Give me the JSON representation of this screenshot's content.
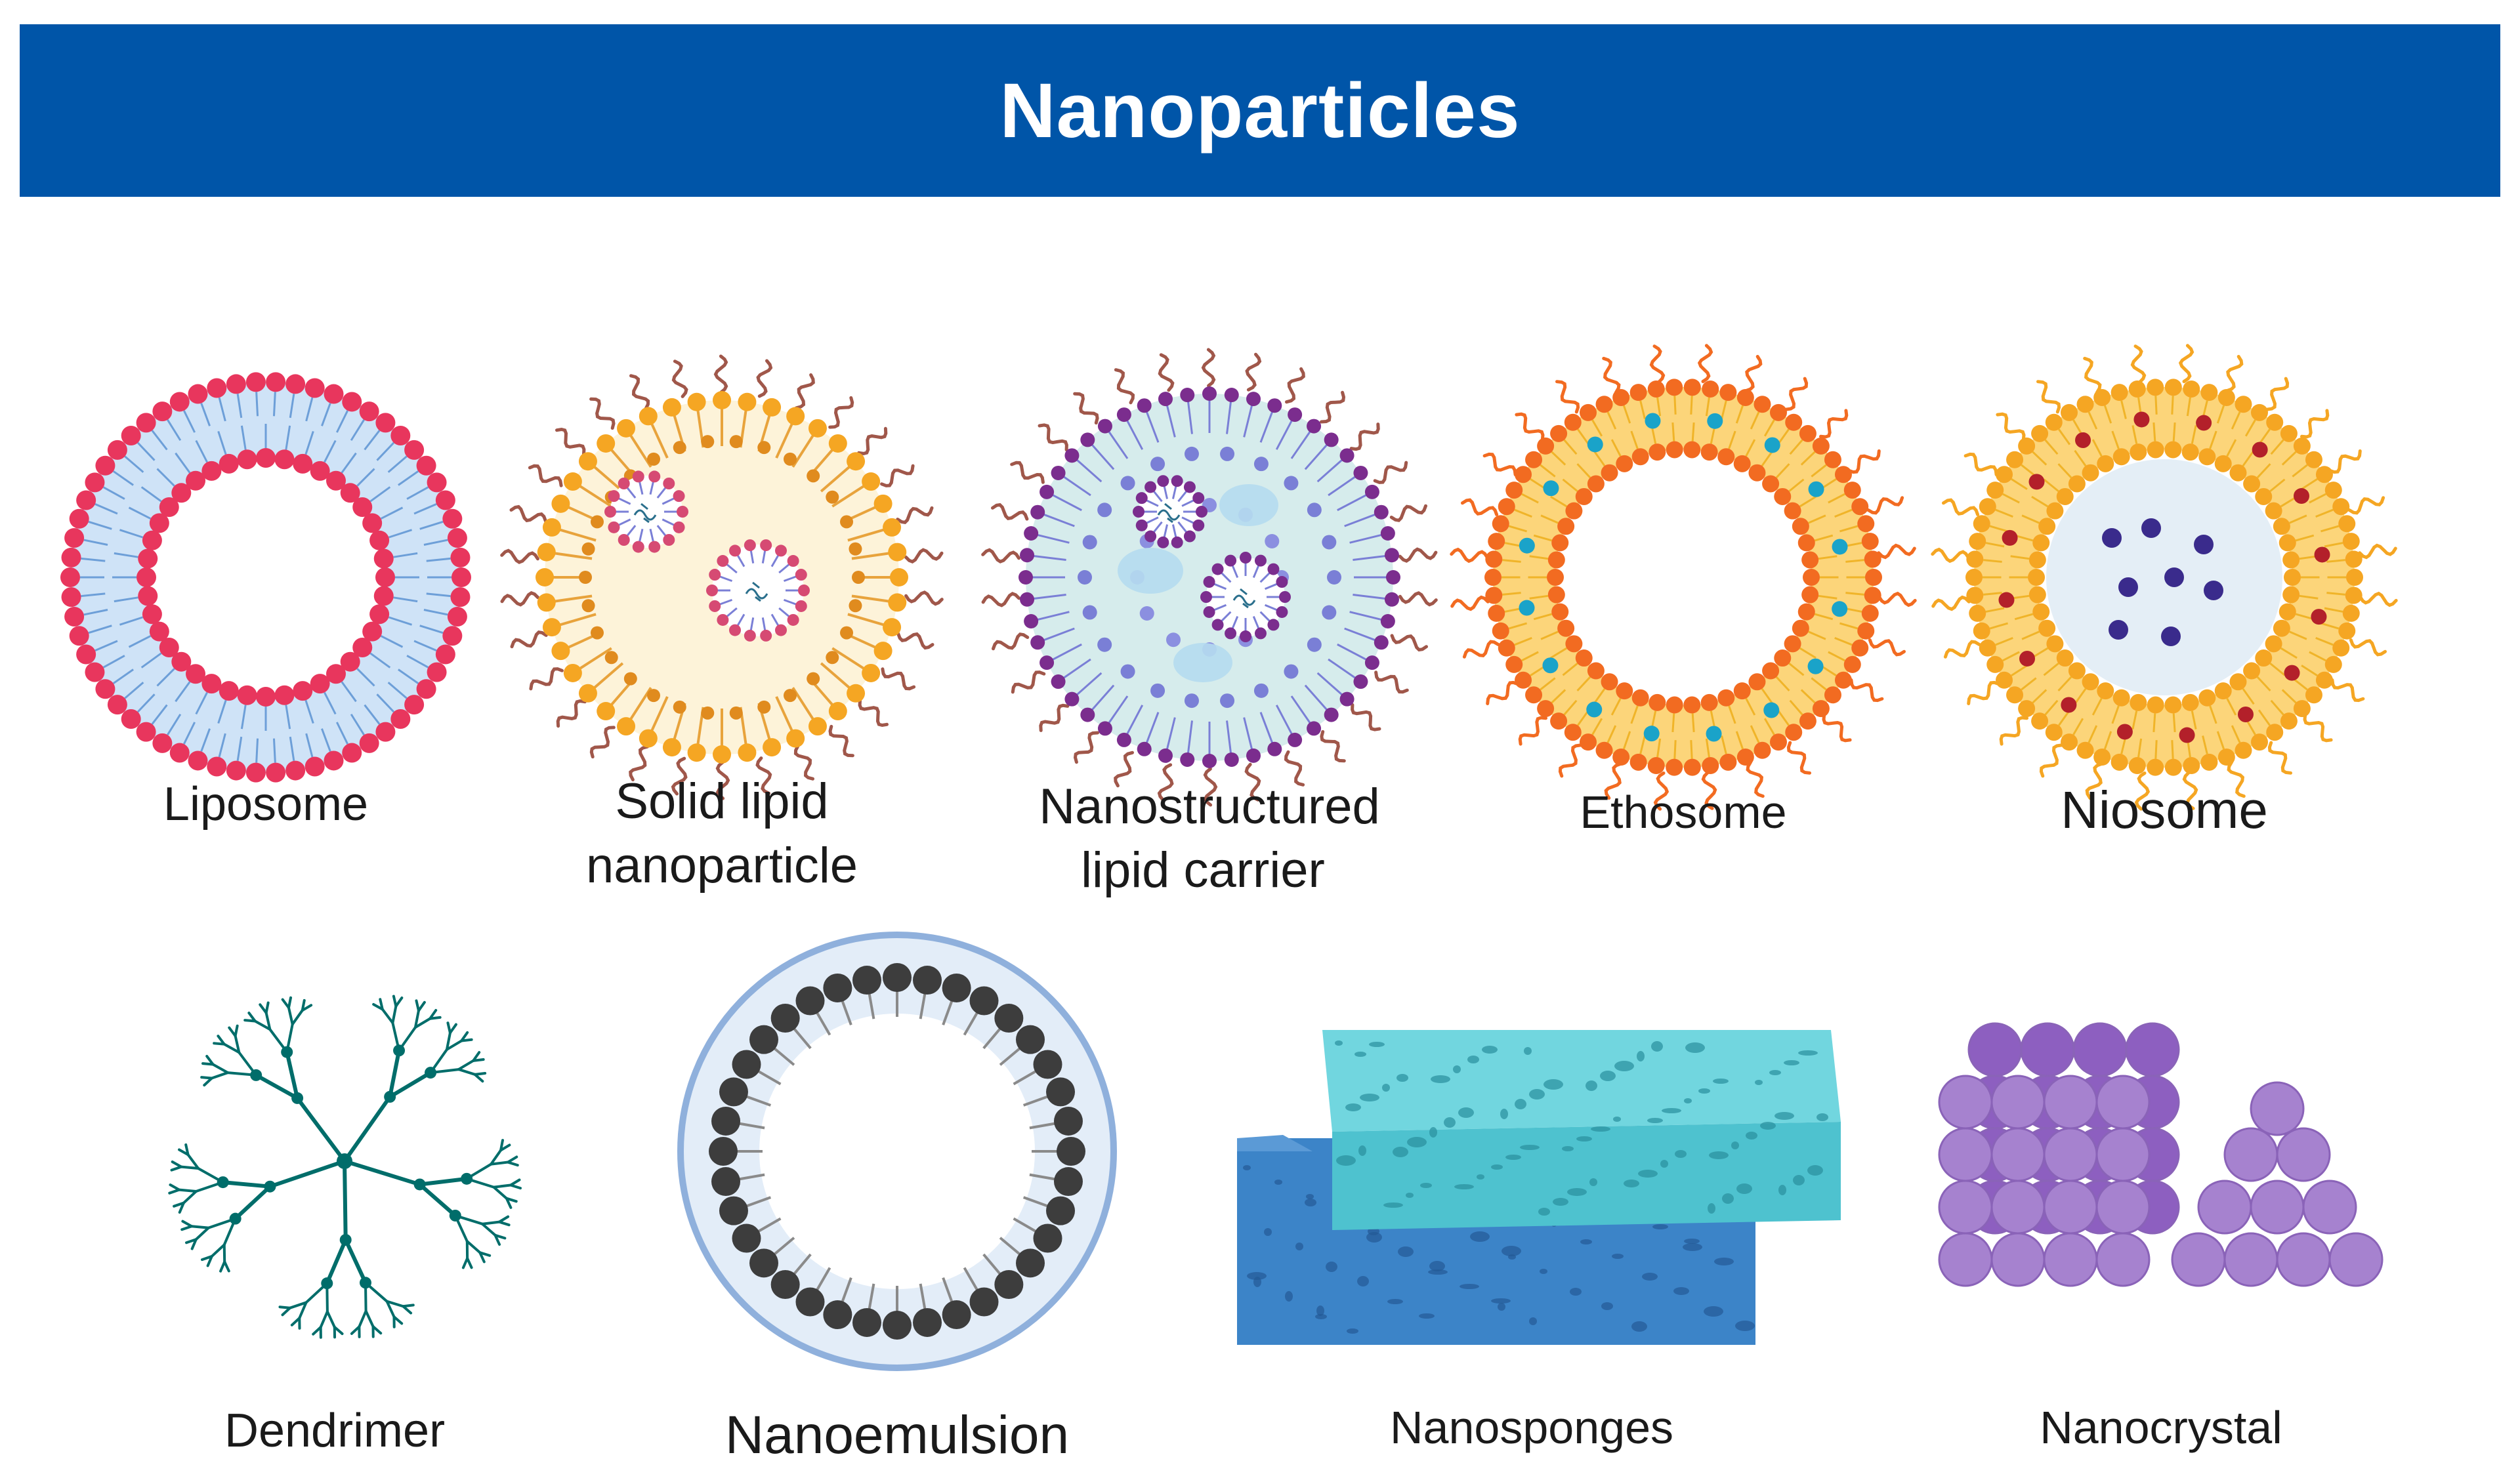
{
  "title": "Nanoparticles",
  "colors": {
    "banner": "#0055a8",
    "liposome_head": "#e8365d",
    "sln_head": "#f5a623",
    "nlc_head": "#7b2d8e",
    "ethosome_head": "#f26b21",
    "niosome_head": "#f5a623",
    "dendrimer": "#006d6a",
    "nanoemulsion_head": "#3d3d3d",
    "nanosponge_top": "#4ec2cf",
    "nanosponge_bottom": "#3c84c8",
    "nanocrystal": "#a682cf"
  },
  "labels": {
    "liposome": "Liposome",
    "sln_line1": "Solid lipid",
    "sln_line2": "nanoparticle",
    "nlc_line1": "Nanostructured",
    "nlc_line2": "lipid carrier",
    "ethosome": "Ethosome",
    "niosome": "Niosome",
    "dendrimer": "Dendrimer",
    "nanoemulsion": "Nanoemulsion",
    "nanosponges": "Nanosponges",
    "nanocrystal": "Nanocrystal"
  }
}
